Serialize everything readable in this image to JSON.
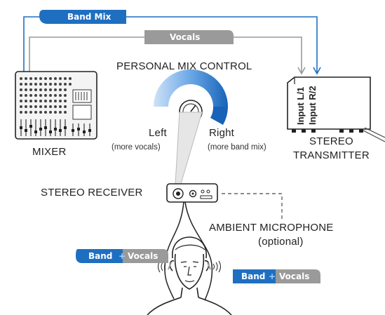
{
  "signals": {
    "band_mix": "Band Mix",
    "vocals": "Vocals"
  },
  "labels": {
    "personal_mix_control": "PERSONAL MIX CONTROL",
    "left": "Left",
    "left_sub": "(more vocals)",
    "right": "Right",
    "right_sub": "(more band mix)",
    "mixer": "MIXER",
    "stereo_transmitter_line1": "STEREO",
    "stereo_transmitter_line2": "TRANSMITTER",
    "stereo_receiver": "STEREO RECEIVER",
    "ambient_mic_line1": "AMBIENT MICROPHONE",
    "ambient_mic_line2": "(optional)",
    "input_l": "Input L/1",
    "input_r": "Input R/2"
  },
  "earphone_mix": {
    "band": "Band",
    "plus": "+",
    "vocals": "Vocals"
  },
  "colors": {
    "band_blue": "#1f6fc1",
    "vocals_gray": "#9a9a9a",
    "knob_blue": "#2277cc"
  }
}
